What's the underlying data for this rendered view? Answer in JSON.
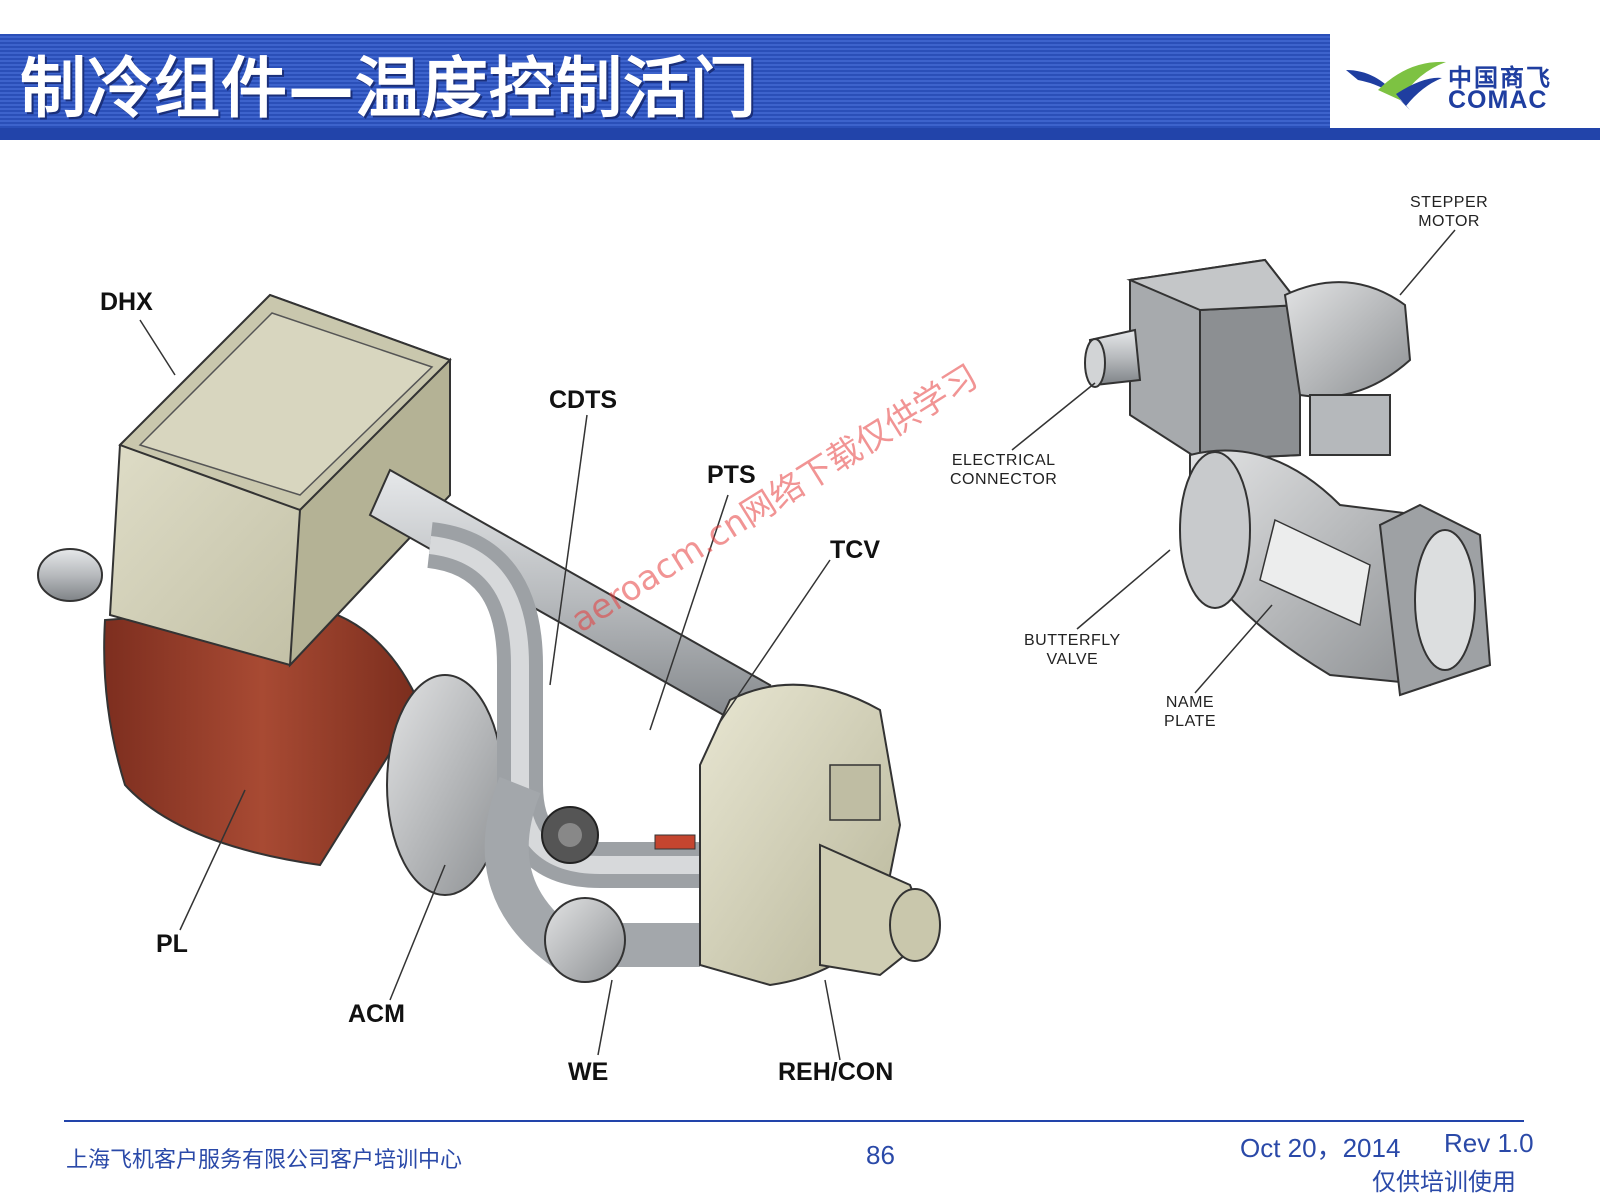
{
  "header": {
    "title": "制冷组件—温度控制活门",
    "logo_cn": "中国商飞",
    "logo_en": "COMAC"
  },
  "figure": {
    "labels": {
      "dhx": "DHX",
      "cdts": "CDTS",
      "pts": "PTS",
      "tcv": "TCV",
      "pl": "PL",
      "acm": "ACM",
      "we": "WE",
      "reh_con": "REH/CON",
      "stepper_motor": "STEPPER\nMOTOR",
      "electrical_connector": "ELECTRICAL\nCONNECTOR",
      "butterfly_valve": "BUTTERFLY\nVALVE",
      "name_plate": "NAME\nPLATE"
    },
    "watermark": "aeroacm.cn网络下载仅供学习"
  },
  "footer": {
    "company": "上海飞机客户服务有限公司客户培训中心",
    "page_number": "86",
    "date": "Oct 20，2014",
    "revision": "Rev 1.0",
    "note": "仅供培训使用"
  },
  "colors": {
    "header_blue": "#2a4fb8",
    "brand_blue": "#1f3ea0",
    "logo_green": "#7dc242",
    "housing_red": "#9a3e2a"
  }
}
